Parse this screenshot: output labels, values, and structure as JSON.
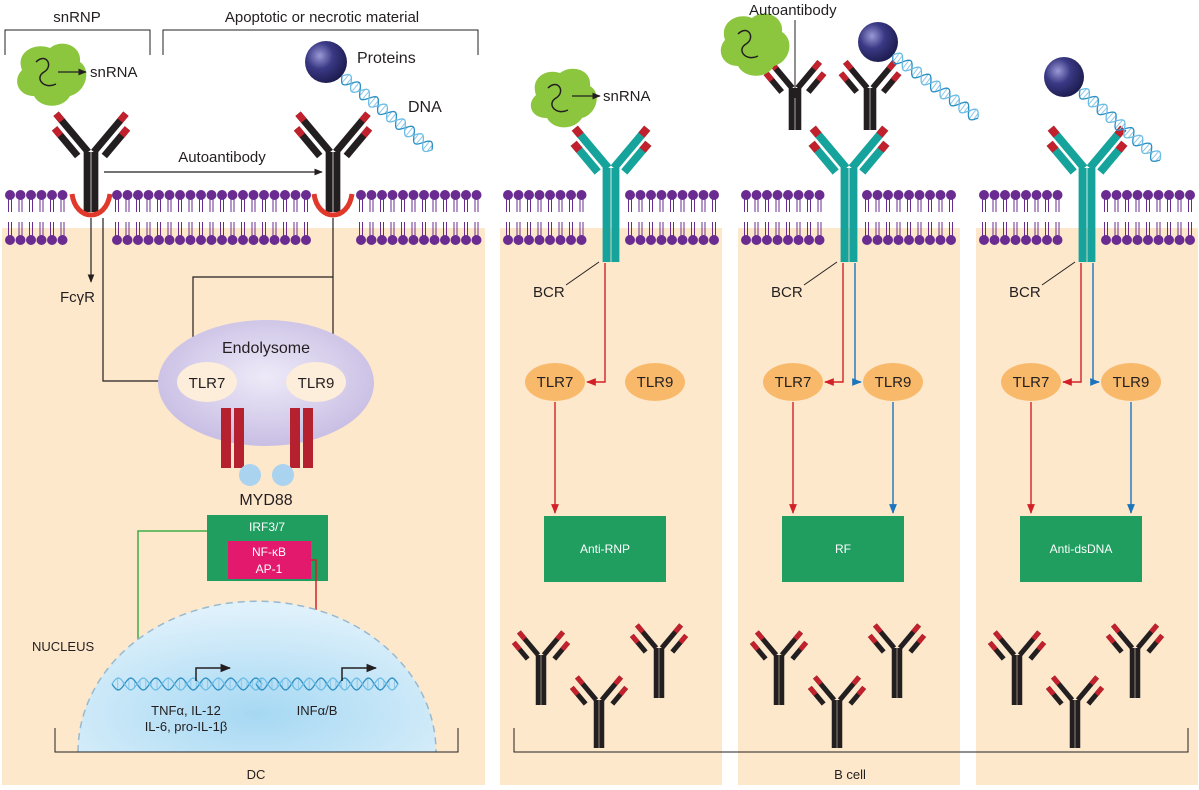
{
  "labels": {
    "snrnp": "snRNP",
    "apoptotic_material": "Apoptotic or necrotic material",
    "snrna": "snRNA",
    "proteins": "Proteins",
    "dna": "DNA",
    "autoantibody": "Autoantibody",
    "fcgr": "FcγR",
    "endolysome": "Endolysome",
    "tlr7": "TLR7",
    "tlr9": "TLR9",
    "myd88": "MYD88",
    "irf37": "IRF3/7",
    "nfkb": "NF-κB",
    "ap1": "AP-1",
    "nucleus": "NUCLEUS",
    "cytokines_line1": "TNFα, IL-12",
    "cytokines_line2": "IL-6, pro-IL-1β",
    "inf": "INFα/B",
    "dc": "DC",
    "bcr": "BCR",
    "b_cell": "B cell"
  },
  "bcell_panels": [
    {
      "product": "Anti-RNP",
      "tlr7_active": true,
      "tlr9_active": false,
      "ligand": "snRNA"
    },
    {
      "product": "RF",
      "tlr7_active": true,
      "tlr9_active": true,
      "ligand": "Autoantibody"
    },
    {
      "product": "Anti-dsDNA",
      "tlr7_active": true,
      "tlr9_active": true,
      "ligand": ""
    }
  ],
  "colors": {
    "cytoplasm": "#fde8cc",
    "membrane_head": "#6a2c91",
    "antibody": "#231f20",
    "antibody_tip": "#c1202d",
    "bcr": "#16a39b",
    "tlr_orange": "#f9b96a",
    "endolysome": "#cdc3e6",
    "nucleus": "#bde1f5",
    "green_box": "#1f9e5f",
    "pink_box": "#e3196d",
    "arrow_red": "#d32027",
    "arrow_blue": "#1b75bc",
    "arrow_green": "#3fae49",
    "snrnp_green": "#8cc63f",
    "protein_ball": "#2b2a6b",
    "myd88": "#a9d3ef",
    "tlr_bar": "#b5212e"
  }
}
